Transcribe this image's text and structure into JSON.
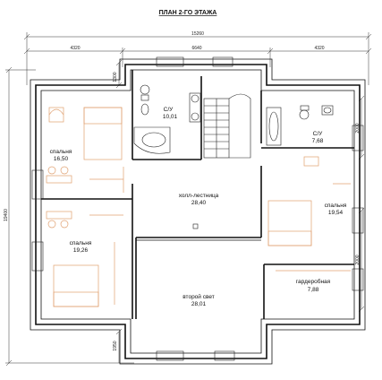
{
  "title": "ПЛАН 2-ГО ЭТАЖА",
  "dimensions": {
    "total_width": "15260",
    "left_width": "4320",
    "middle_width": "6640",
    "right_width": "4320",
    "total_height": "19400",
    "top_offset": "1300",
    "bottom_offset": "1950",
    "right_upper": "2000",
    "right_lower": "2000"
  },
  "rooms": {
    "bath_left": {
      "name": "С/У",
      "area": "10,01"
    },
    "bedroom_top_left": {
      "name": "спальня",
      "area": "16,50"
    },
    "bedroom_bottom_left": {
      "name": "спальня",
      "area": "19,26"
    },
    "hall": {
      "name": "холл-лестница",
      "area": "28,40"
    },
    "second_light": {
      "name": "второй свет",
      "area": "28,01"
    },
    "bath_right": {
      "name": "С/У",
      "area": "7,68"
    },
    "bedroom_right": {
      "name": "спальня",
      "area": "19,54"
    },
    "wardrobe": {
      "name": "гардеробная",
      "area": "7,88"
    }
  }
}
